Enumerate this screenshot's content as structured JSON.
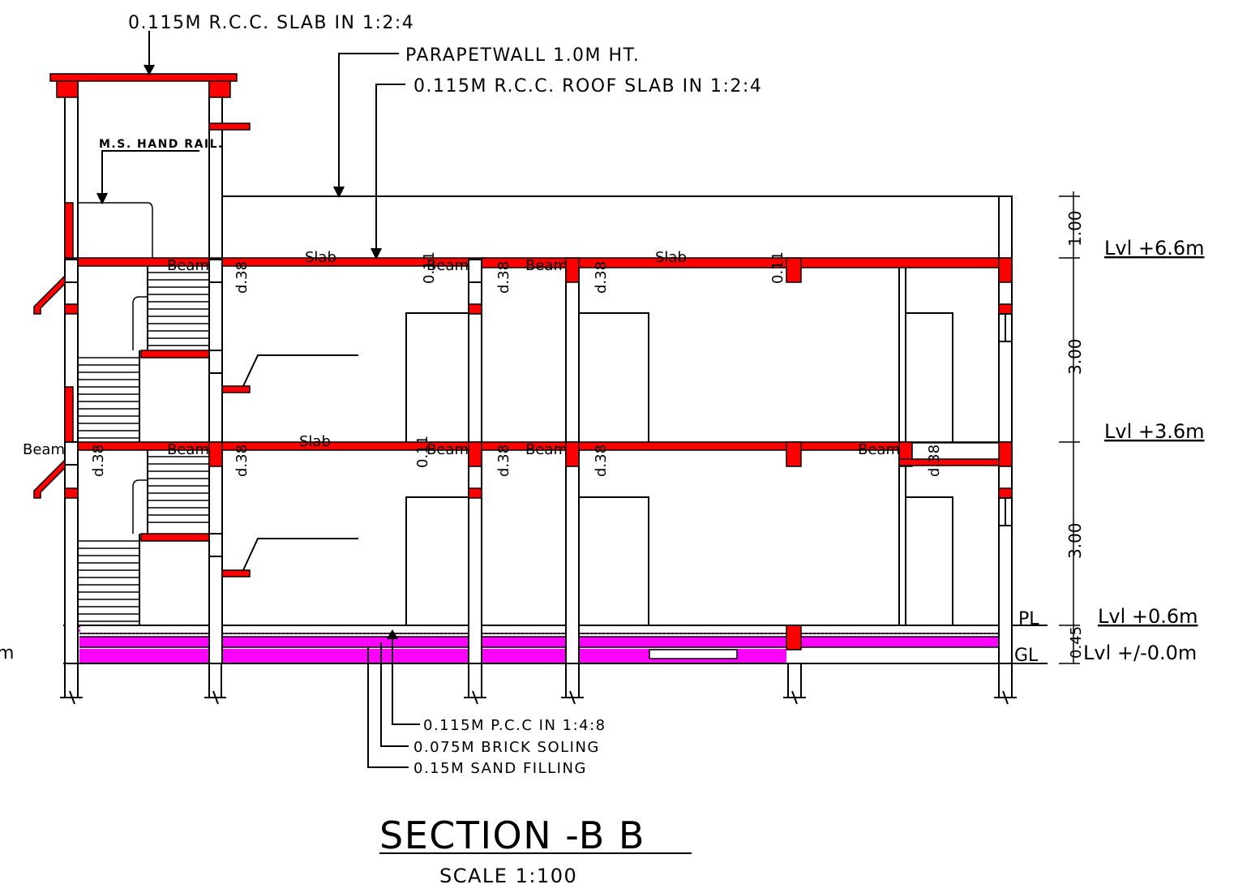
{
  "notes": {
    "top_slab": "0.115M R.C.C. SLAB IN 1:2:4",
    "parapet": "PARAPETWALL 1.0M HT.",
    "roof_slab": "0.115M R.C.C. ROOF SLAB IN 1:2:4",
    "hand_rail": "M.S. HAND RAIL.",
    "pcc": "0.115M P.C.C IN 1:4:8",
    "brick_soling": "0.075M BRICK SOLING",
    "sand_filling": "0.15M SAND FILLING"
  },
  "member_labels": {
    "beam": "Beam",
    "slab": "Slab",
    "d038": "d.38",
    "d011": "0.11"
  },
  "levels": {
    "lvl_66": "Lvl +6.6m",
    "lvl_36": "Lvl +3.6m",
    "lvl_06": "Lvl +0.6m",
    "lvl_00": "Lvl +/-0.0m",
    "pl": "PL",
    "gl": "GL",
    "cut_left": "m"
  },
  "dimensions": {
    "parapet_height": "1.00",
    "upper_floor": "3.00",
    "lower_floor": "3.00",
    "plinth": "0.45"
  },
  "title": {
    "main": "SECTION -B B",
    "scale": "SCALE 1:100"
  },
  "colors": {
    "rcc": "#ff0000",
    "fill": "#ff00ff",
    "line": "#000000"
  }
}
